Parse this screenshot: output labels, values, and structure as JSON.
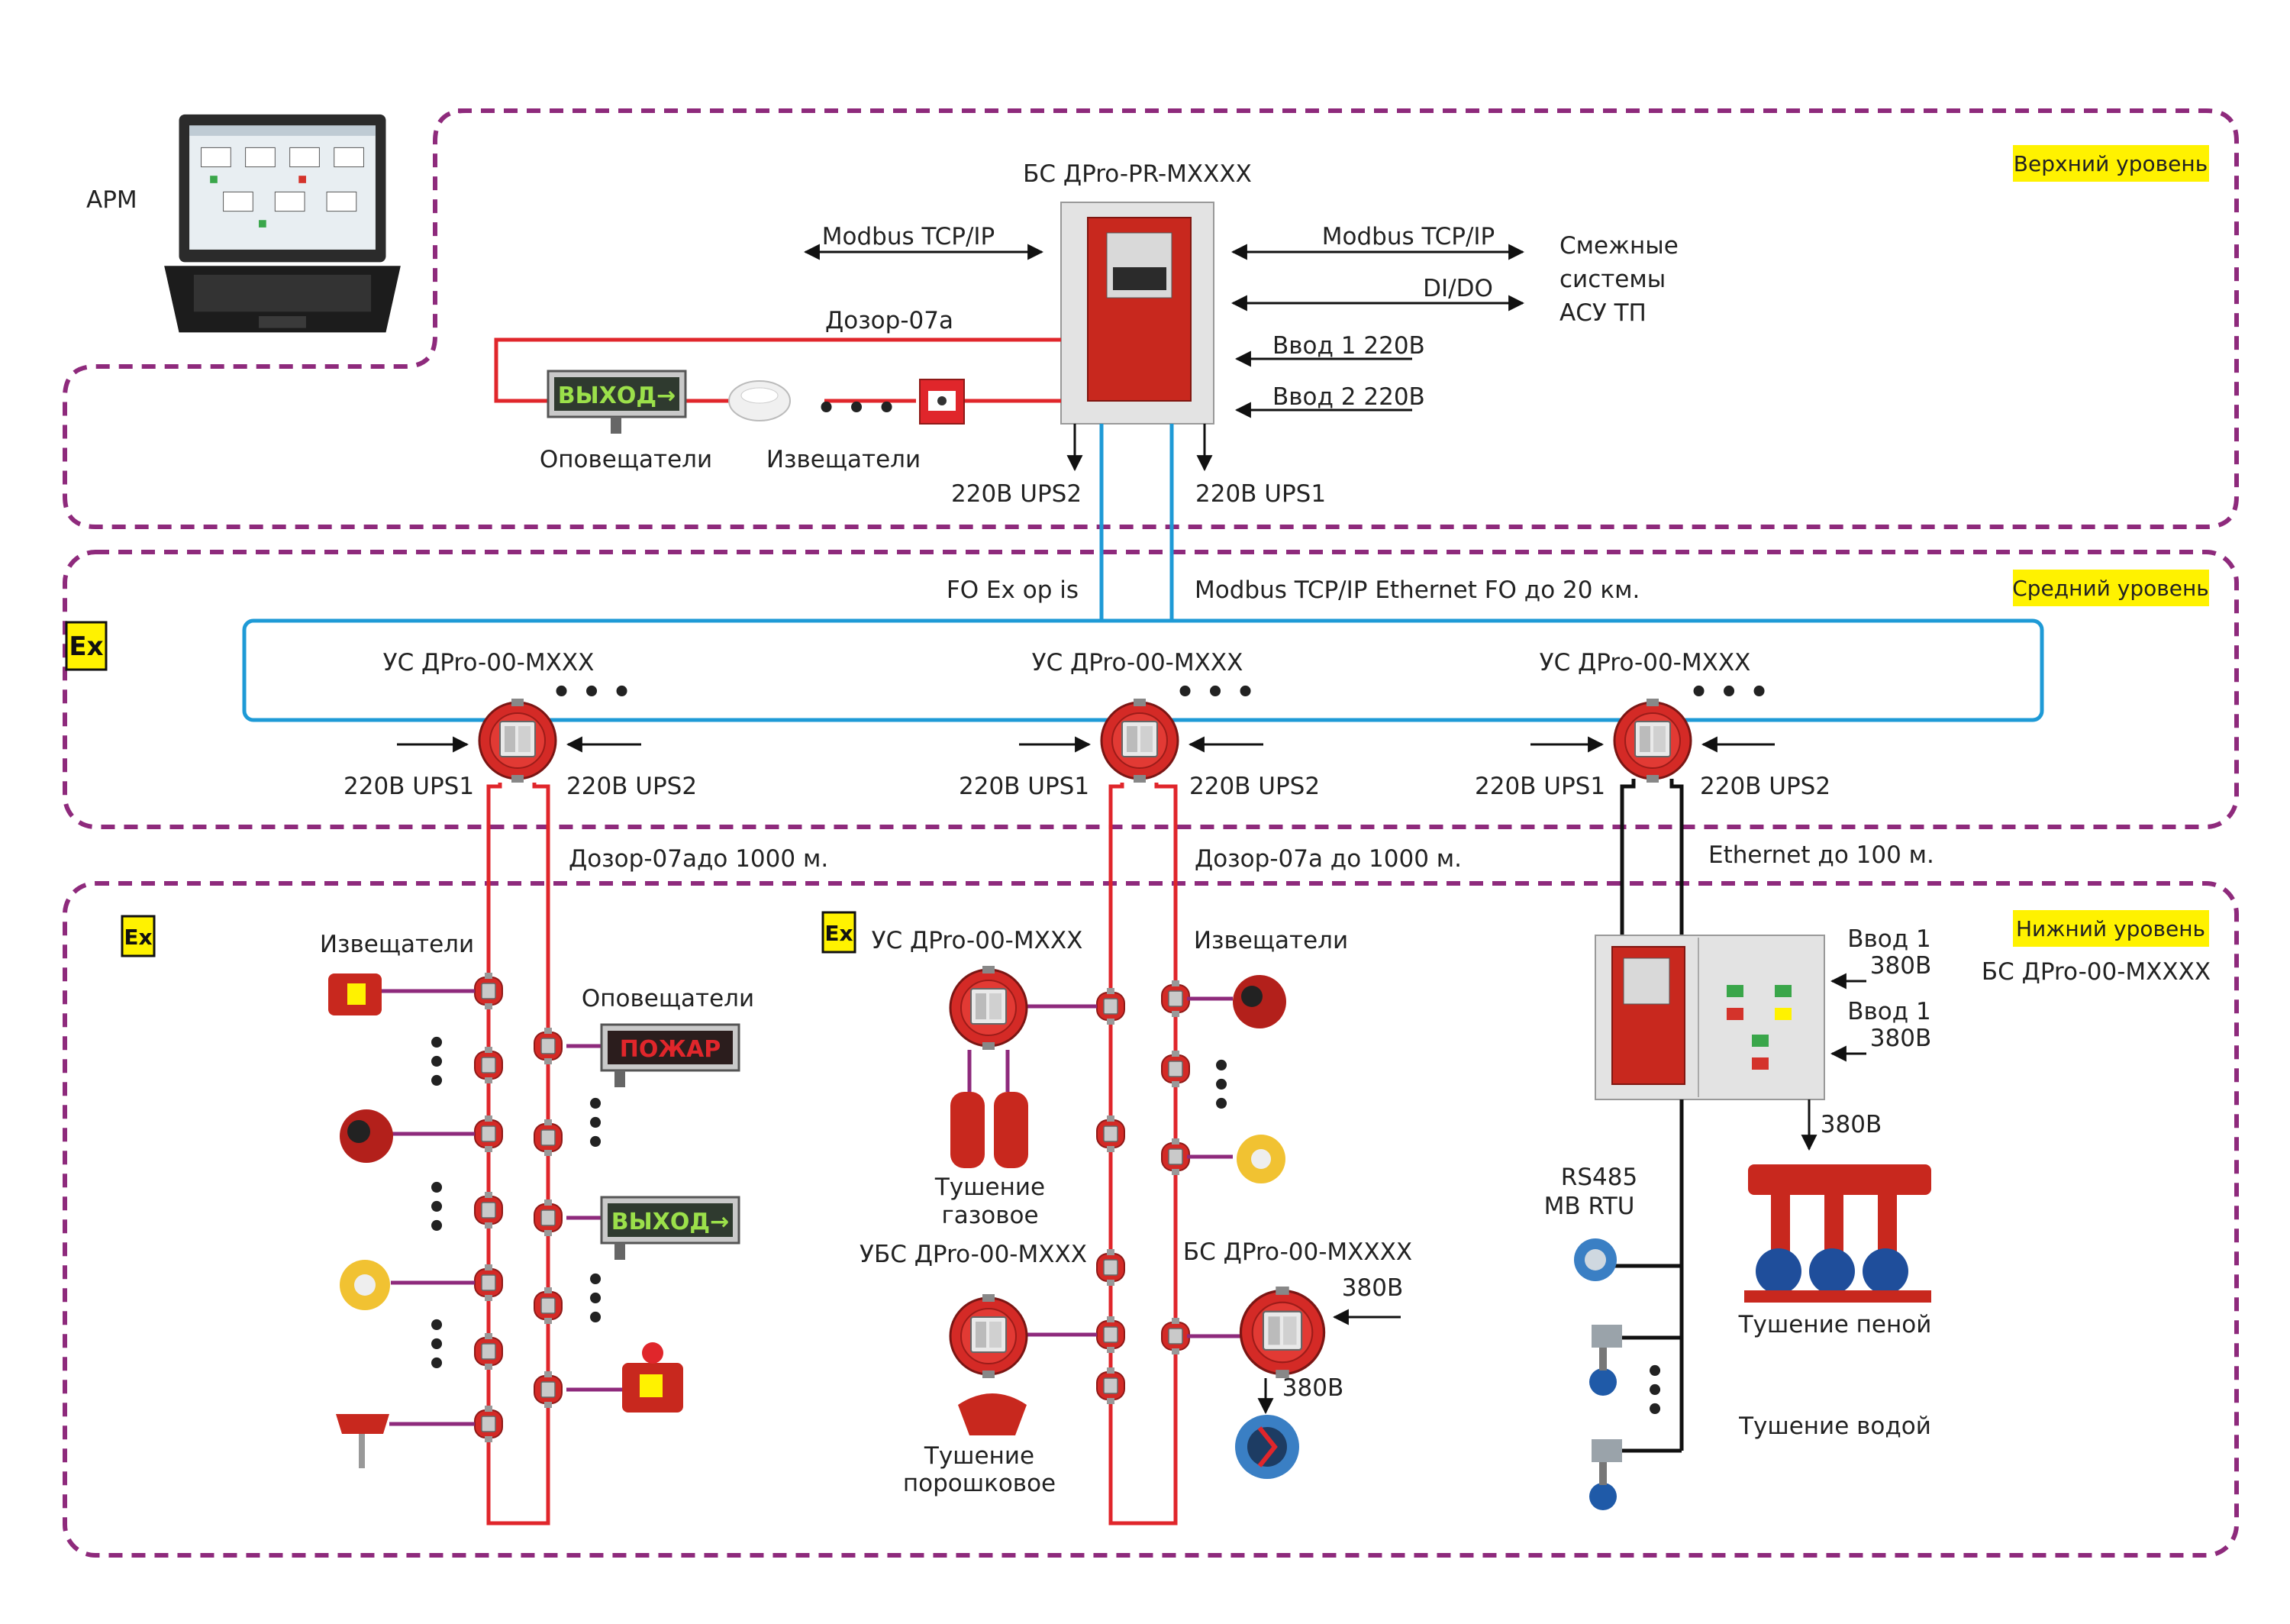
{
  "arm_label": "АРМ",
  "levels": {
    "upper": "Верхний уровень",
    "middle": "Средний уровень",
    "lower": "Нижний уровень"
  },
  "colors": {
    "frame": "#8e2a7c",
    "level_badge": "#fff200",
    "fire_loop": "#e0262b",
    "fiber_loop": "#1e9ad6",
    "ethernet": "#111111",
    "cabinet_red": "#c8281e",
    "cabinet_grey": "#e3e3e3",
    "cable_purple": "#8e2a7c"
  },
  "top": {
    "bs_title": "БС ДPro-PR-MXXXX",
    "modbus_left": "Modbus TCP/IP",
    "modbus_right": "Modbus TCP/IP",
    "dido": "DI/DO",
    "adjacent_line1": "Смежные",
    "adjacent_line2": "системы",
    "adjacent_line3": "АСУ ТП",
    "vvod1": "Ввод 1 220В",
    "vvod2": "Ввод 2 220В",
    "dozor": "Дозор-07а",
    "exit_sign": "ВЫХОД→",
    "notifiers": "Оповещатели",
    "detectors": "Извещатели",
    "ellipsis": "• • •",
    "ups2": "220В  UPS2",
    "ups1": "220В  UPS1"
  },
  "middle": {
    "fo_ex": "FO Ex op is",
    "modbus_eth": "Modbus TCP/IP Ethernet FO до 20 км.",
    "ex_badge": "Ex",
    "nodes": [
      {
        "title": "УС ДPro-00-MXXX",
        "ups1": "220В  UPS1",
        "ups2": "220В  UPS2",
        "ellipsis": "• • •"
      },
      {
        "title": "УС ДPro-00-MXXX",
        "ups1": "220В  UPS1",
        "ups2": "220В  UPS2",
        "ellipsis": "• • •"
      },
      {
        "title": "УС ДPro-00-MXXX",
        "ups1": "220В  UPS1",
        "ups2": "220В  UPS2",
        "ellipsis": "• • •"
      }
    ]
  },
  "lower": {
    "ex_badge": "Ex",
    "dozor_left": "Дозор-07адо 1000 м.",
    "dozor_mid": "Дозор-07а до 1000 м.",
    "ethernet": "Ethernet до 100 м.",
    "left_detectors": "Извещатели",
    "left_notifiers": "Оповещатели",
    "sign_fire": "ПОЖАР",
    "sign_exit": "ВЫХОД→",
    "mid_us": "УС ДPro-00-MXXX",
    "mid_detectors": "Извещатели",
    "gas_line1": "Тушение",
    "gas_line2": "газовое",
    "ubs": "УБС ДPro-00-MXXX",
    "bs_mid": "БС ДPro-00-MXXXX",
    "v380_a": "380В",
    "v380_b": "380В",
    "powder_line1": "Тушение",
    "powder_line2": "порошковое",
    "vvod1_a_line1": "Ввод 1",
    "vvod1_a_line2": "380В",
    "vvod1_b_line1": "Ввод 1",
    "vvod1_b_line2": "380В",
    "bs_right": "БС ДPro-00-MXXXX",
    "v380_c": "380В",
    "rs485": "RS485",
    "mbrtu": "MB RTU",
    "foam": "Тушение пеной",
    "water": "Тушение водой",
    "dots": "•"
  }
}
